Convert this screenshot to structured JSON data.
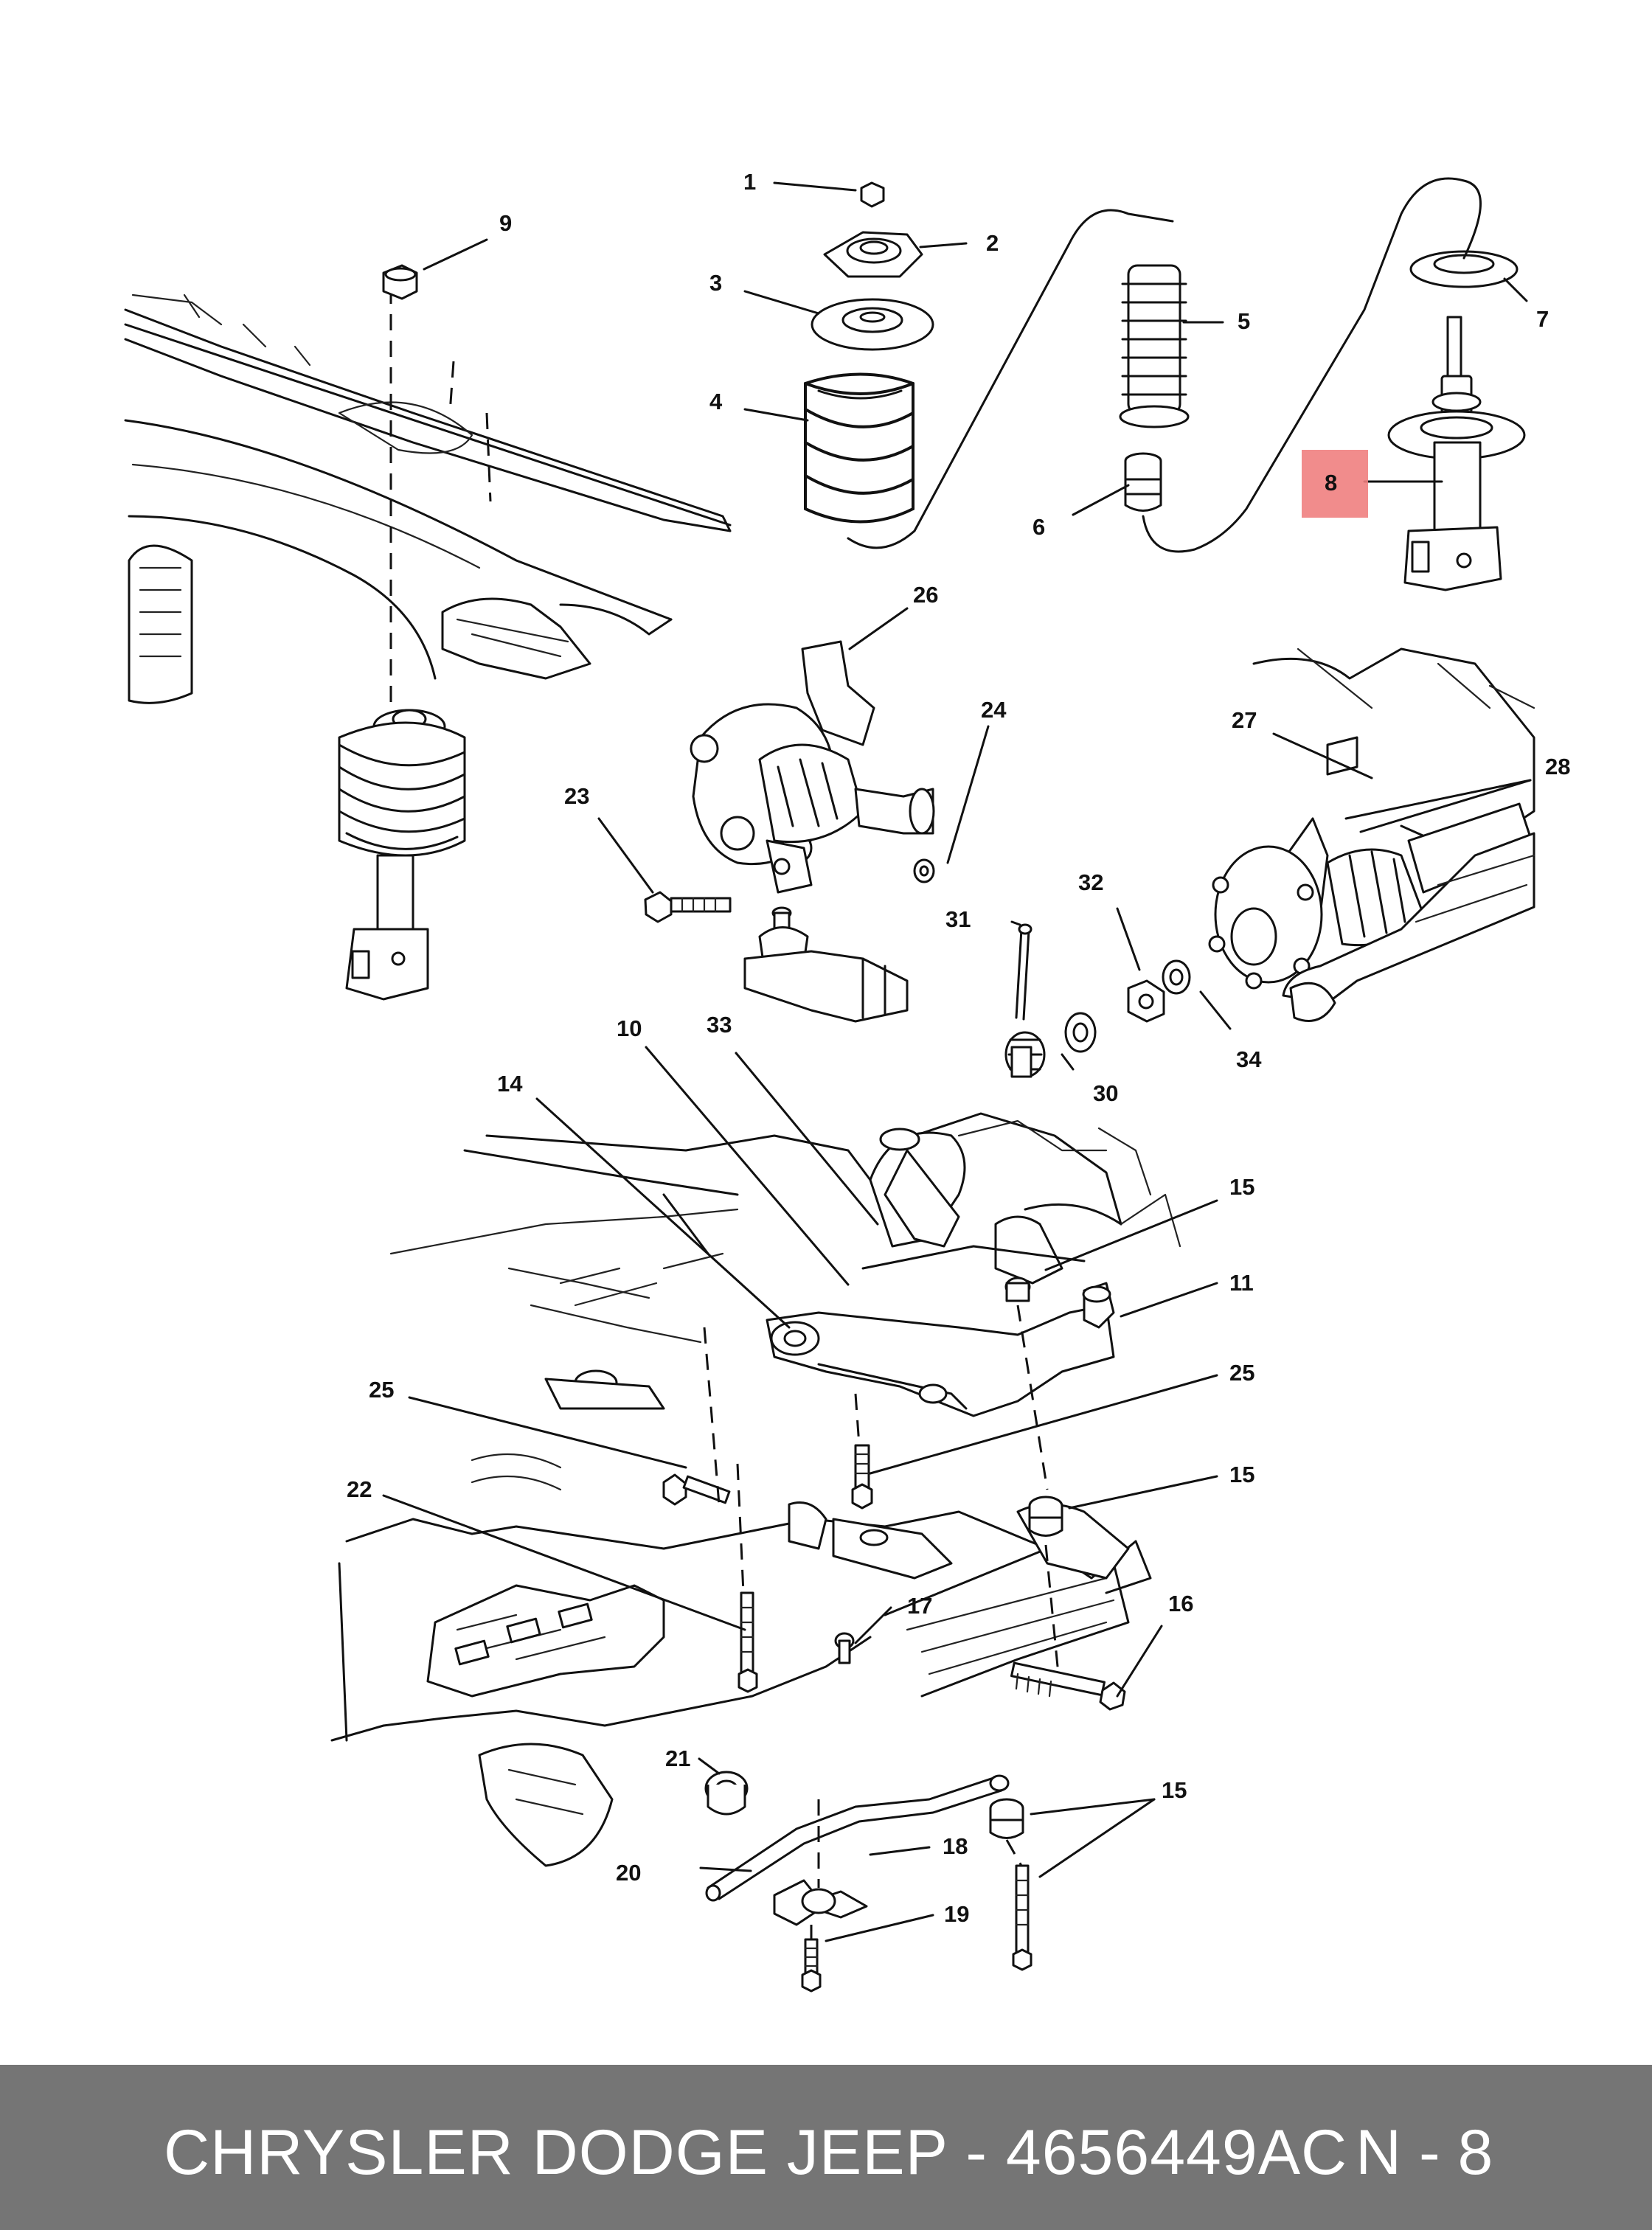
{
  "callouts": {
    "c1": "1",
    "c2": "2",
    "c3": "3",
    "c4": "4",
    "c5": "5",
    "c6": "6",
    "c7": "7",
    "c8": "8",
    "c9": "9",
    "c10": "10",
    "c11": "11",
    "c14": "14",
    "c15a": "15",
    "c15b": "15",
    "c15c": "15",
    "c16": "16",
    "c17": "17",
    "c18": "18",
    "c19": "19",
    "c20": "20",
    "c21": "21",
    "c22": "22",
    "c23": "23",
    "c24": "24",
    "c25a": "25",
    "c25b": "25",
    "c26": "26",
    "c27": "27",
    "c28": "28",
    "c30": "30",
    "c31": "31",
    "c32": "32",
    "c33": "33",
    "c34": "34"
  },
  "highlight": {
    "callout": "8",
    "color": "#f08080"
  },
  "footer": {
    "title": "CHRYSLER DODGE JEEP - 4656449AC",
    "page": "N - 8",
    "background": "#757575"
  },
  "icons": {
    "strut-assembly": "strut-icon",
    "coil-spring": "spring-icon",
    "knuckle": "knuckle-icon",
    "hub-bearing": "hub-icon",
    "lower-control-arm": "control-arm-icon"
  }
}
